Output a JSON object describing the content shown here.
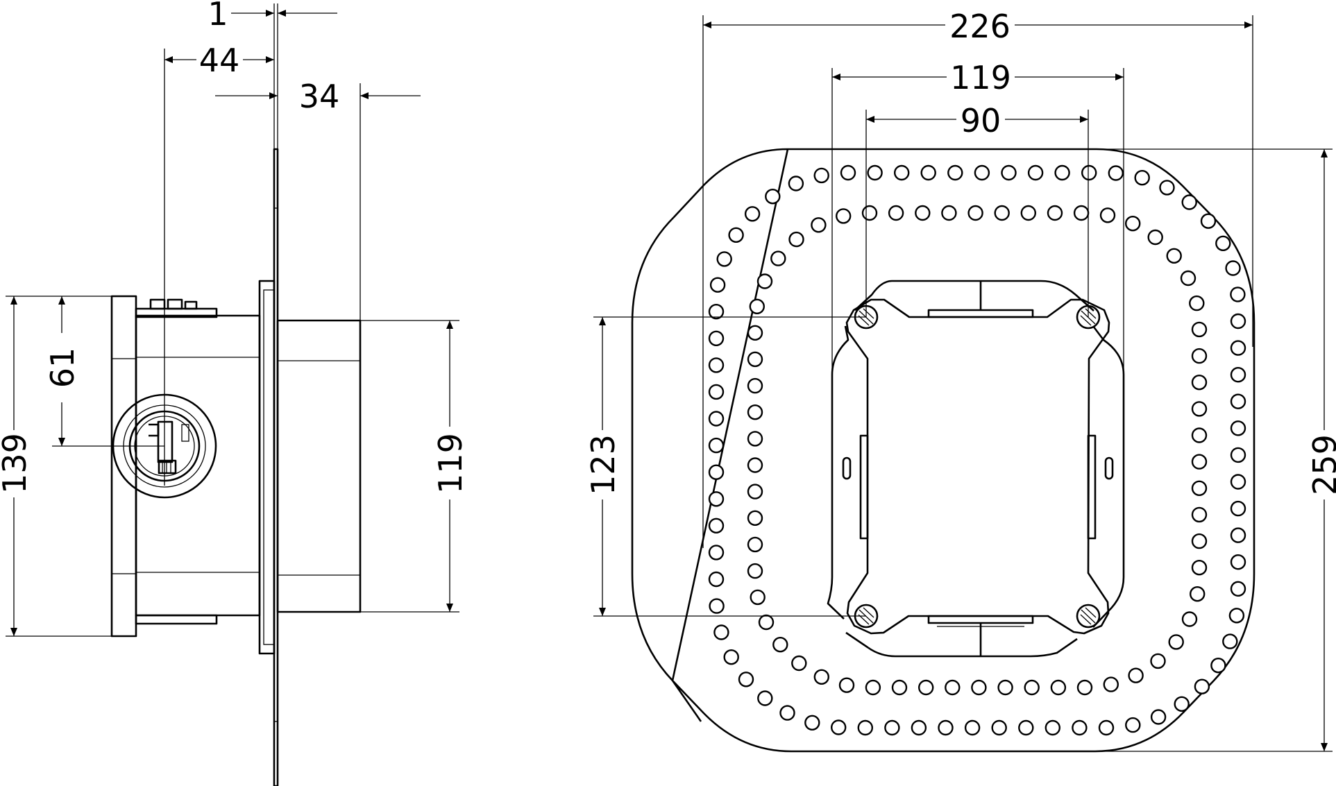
{
  "drawing": {
    "side_view": {
      "dimensions": {
        "top_1": "1",
        "top_44": "44",
        "top_34": "34",
        "left_139": "139",
        "left_61": "61",
        "right_119": "119"
      }
    },
    "front_view": {
      "dimensions": {
        "width_226": "226",
        "width_119": "119",
        "width_90": "90",
        "height_123": "123",
        "height_259": "259"
      }
    }
  },
  "colors": {
    "line": "#000000",
    "background": "#ffffff"
  }
}
